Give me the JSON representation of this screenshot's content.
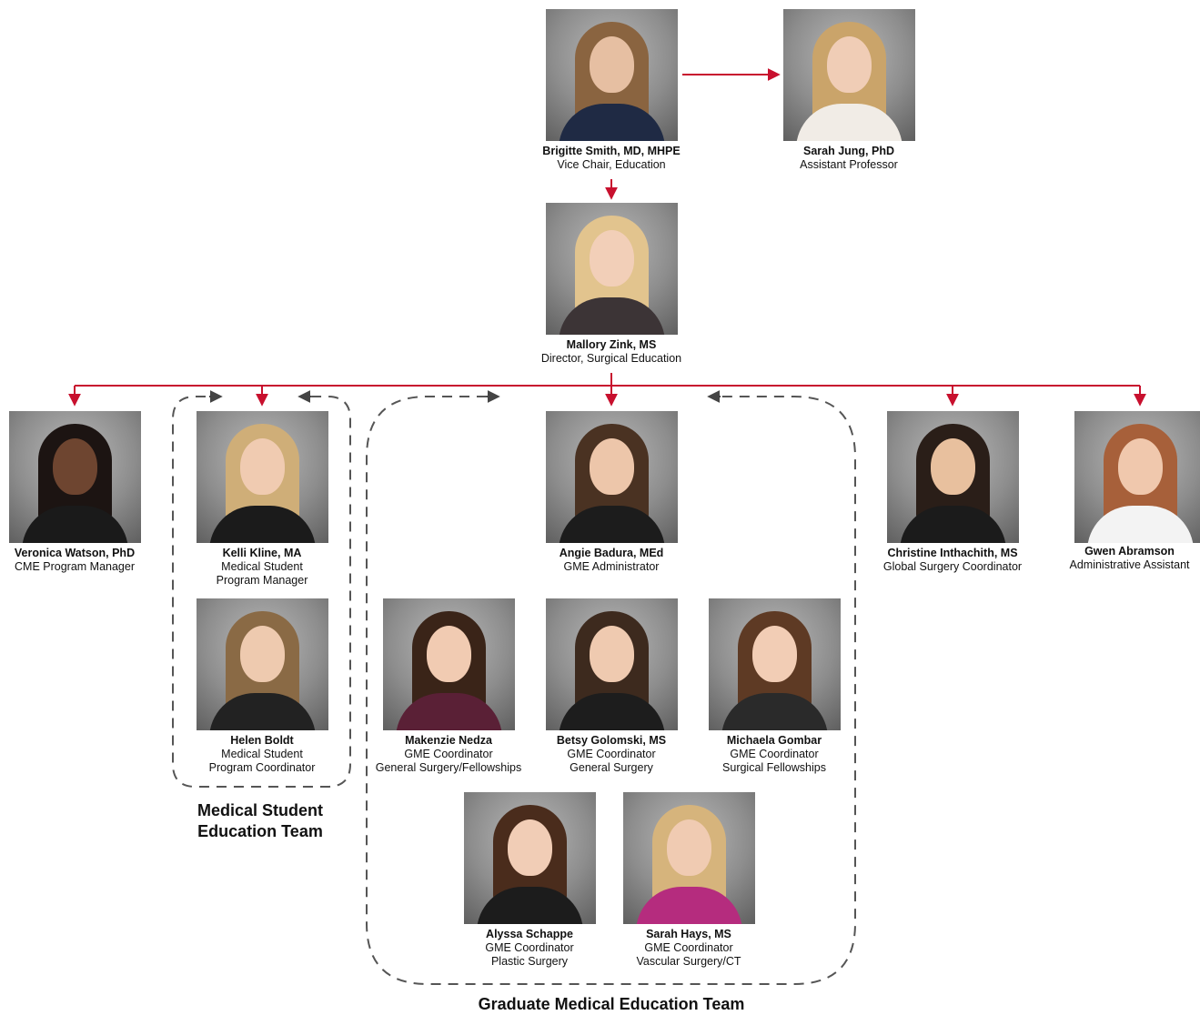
{
  "people": {
    "brigitte": {
      "name": "Brigitte Smith, MD, MHPE",
      "role1": "Vice Chair, Education",
      "hair": "#8a6440",
      "torso": "#1f2a44",
      "skin": "#e6bfa2"
    },
    "sarah_jung": {
      "name": "Sarah Jung, PhD",
      "role1": "Assistant Professor",
      "hair": "#caa46a",
      "torso": "#f1ece6",
      "skin": "#f0cdb6"
    },
    "mallory": {
      "name": "Mallory Zink, MS",
      "role1": "Director, Surgical Education",
      "hair": "#e2c48e",
      "torso": "#3c3436",
      "skin": "#f2cfb8"
    },
    "veronica": {
      "name": "Veronica Watson, PhD",
      "role1": "CME Program Manager",
      "hair": "#1c1412",
      "torso": "#1a1a1a",
      "skin": "#6e4530"
    },
    "kelli": {
      "name": "Kelli Kline, MA",
      "role1": "Medical Student",
      "role2": "Program Manager",
      "hair": "#cfae78",
      "torso": "#1b1b1b",
      "skin": "#f0cbb1"
    },
    "helen": {
      "name": "Helen Boldt",
      "role1": "Medical Student",
      "role2": "Program Coordinator",
      "hair": "#8a6a45",
      "torso": "#222222",
      "skin": "#eecaaf"
    },
    "angie": {
      "name": "Angie Badura, MEd",
      "role1": "GME Administrator",
      "hair": "#4a3222",
      "torso": "#1c1c1c",
      "skin": "#edc6aa"
    },
    "christine": {
      "name": "Christine Inthachith, MS",
      "role1": "Global Surgery Coordinator",
      "hair": "#2a1e18",
      "torso": "#1b1b1b",
      "skin": "#e8c09e"
    },
    "gwen": {
      "name": "Gwen Abramson",
      "role1": "Administrative Assistant",
      "hair": "#a7603a",
      "torso": "#f3f3f3",
      "skin": "#f0c8ad"
    },
    "makenzie": {
      "name": "Makenzie Nedza",
      "role1": "GME Coordinator",
      "role2": "General Surgery/Fellowships",
      "hair": "#3a2418",
      "torso": "#5a2036",
      "skin": "#f1cbb2"
    },
    "betsy": {
      "name": "Betsy Golomski, MS",
      "role1": "GME Coordinator",
      "role2": "General Surgery",
      "hair": "#3d2a1e",
      "torso": "#1d1d1d",
      "skin": "#efcab0"
    },
    "michaela": {
      "name": "Michaela Gombar",
      "role1": "GME Coordinator",
      "role2": "Surgical Fellowships",
      "hair": "#5e3a24",
      "torso": "#2a2a2a",
      "skin": "#f2cdb5"
    },
    "alyssa": {
      "name": "Alyssa Schappe",
      "role1": "GME Coordinator",
      "role2": "Plastic Surgery",
      "hair": "#4a2c1c",
      "torso": "#1c1c1c",
      "skin": "#f1cdb6"
    },
    "sarah_hays": {
      "name": "Sarah Hays, MS",
      "role1": "GME Coordinator",
      "role2": "Vascular Surgery/CT",
      "hair": "#d6b47c",
      "torso": "#b52c7e",
      "skin": "#f0cbb2"
    }
  },
  "teams": {
    "medical_student": {
      "line1": "Medical Student",
      "line2": "Education Team"
    },
    "graduate": {
      "line1": "Graduate Medical Education Team"
    }
  },
  "colors": {
    "arrow": "#c8102e",
    "dashed": "#555555"
  }
}
